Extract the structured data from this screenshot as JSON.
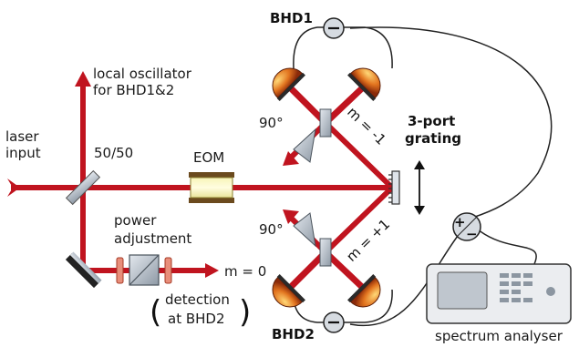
{
  "labels": {
    "bhd1": "BHD1",
    "bhd2": "BHD2",
    "local_oscillator_line1": "local oscillator",
    "local_oscillator_line2": "for BHD1&2",
    "laser_line1": "laser",
    "laser_line2": "input",
    "splitter": "50/50",
    "eom": "EOM",
    "power_line1": "power",
    "power_line2": "adjustment",
    "angle_top": "90°",
    "angle_bottom": "90°",
    "order_minus": "m = -1",
    "order_plus": "m = +1",
    "order_zero": "m = 0",
    "detection_line1": "detection",
    "detection_line2": "at BHD2",
    "grating_line1": "3-port",
    "grating_line2": "grating",
    "spectrum": "spectrum analyser",
    "minus_sign": "−",
    "plus_minus_plus": "+",
    "plus_minus_minus": "−"
  },
  "colors": {
    "beam": "#c0141f",
    "wire": "#222222",
    "optic_gray": "#a9b3bd",
    "detector_orange": "#d9681a"
  }
}
